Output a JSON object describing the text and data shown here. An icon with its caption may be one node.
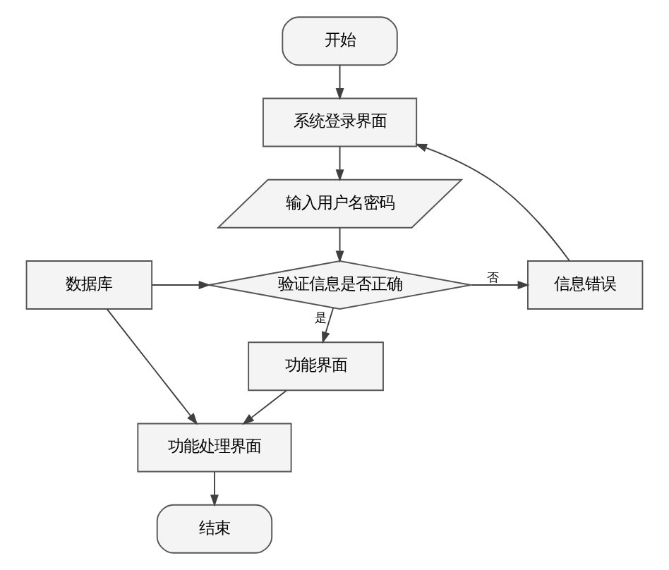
{
  "diagram": {
    "nodes": [
      {
        "text": [
          "开始"
        ]
      },
      {
        "text": [
          "系统登录界面"
        ]
      },
      {
        "text": [
          "输入用户名密码"
        ]
      },
      {
        "text": [
          "数据库"
        ]
      },
      {
        "text": [
          "验证信息是否正确"
        ]
      },
      {
        "text": [
          "信息错误"
        ]
      },
      {
        "text": [
          "功能界面"
        ]
      },
      {
        "text": [
          "功能处理界面"
        ]
      },
      {
        "text": [
          "结束"
        ]
      }
    ],
    "edges": [
      {
        "from": 0,
        "to": 1,
        "arrow": "to"
      },
      {
        "from": 1,
        "to": 2,
        "arrow": "to"
      },
      {
        "from": 2,
        "to": 4,
        "arrow": "to"
      },
      {
        "from": 3,
        "to": 4,
        "arrow": "to"
      },
      {
        "from": 4,
        "to": 5,
        "arrow": "to",
        "label": "否"
      },
      {
        "from": 5,
        "to": 1,
        "arrow": "to"
      },
      {
        "from": 4,
        "to": 6,
        "arrow": "to",
        "label": "是"
      },
      {
        "from": 6,
        "to": 7,
        "arrow": "to"
      },
      {
        "from": 3,
        "to": 7,
        "arrow": "to"
      },
      {
        "from": 7,
        "to": 8,
        "arrow": "to"
      }
    ]
  }
}
